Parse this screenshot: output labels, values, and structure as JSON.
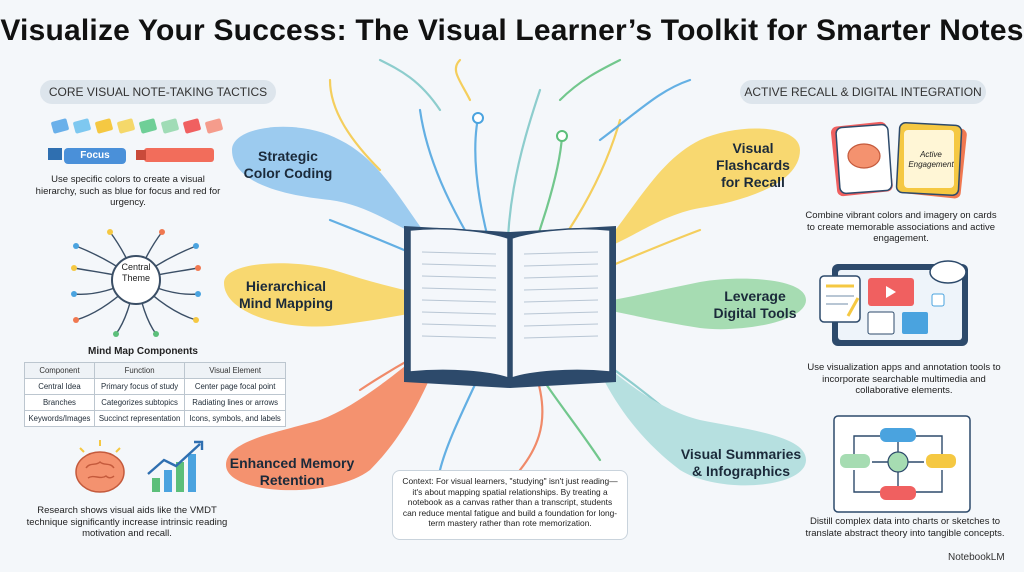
{
  "title": "Visualize Your Success: The Visual Learner’s Toolkit for Smarter Notes",
  "left_section": {
    "label": "CORE VISUAL NOTE-TAKING TACTICS"
  },
  "right_section": {
    "label": "ACTIVE RECALL & DIGITAL INTEGRATION"
  },
  "highlighters": {
    "label": "Focus",
    "caption": "Use specific colors to create a visual hierarchy, such as blue for focus and red for urgency."
  },
  "mindmap": {
    "central_label": "Central Theme",
    "section_title": "Mind Map Components"
  },
  "mindmap_table": {
    "headers": [
      "Component",
      "Function",
      "Visual Element"
    ],
    "rows": [
      [
        "Central Idea",
        "Primary focus of study",
        "Center page focal point"
      ],
      [
        "Branches",
        "Categorizes subtopics",
        "Radiating lines or arrows"
      ],
      [
        "Keywords/Images",
        "Succinct representation",
        "Icons, symbols, and labels"
      ]
    ]
  },
  "research_caption": "Research shows visual aids like the VMDT technique significantly increase intrinsic reading motivation and recall.",
  "blobs": {
    "color_coding": "Strategic Color Coding",
    "mind_mapping": "Hierarchical Mind Mapping",
    "memory": "Enhanced Memory Retention",
    "flashcards": "Visual Flashcards for Recall",
    "digital": "Leverage Digital Tools",
    "summaries": "Visual Summaries & Infographics"
  },
  "flashcard": {
    "card_label": "Active Engagement",
    "caption": "Combine vibrant colors and imagery on cards to create memorable associations and active engagement."
  },
  "digital_caption": "Use visualization apps and annotation tools to incorporate searchable multimedia and collaborative elements.",
  "summary_caption": "Distill complex data into charts or sketches to translate abstract theory into tangible concepts.",
  "context": "Context: For visual learners, \"studying\" isn't just reading—it's about mapping spatial relationships. By treating a notebook as a canvas rather than a transcript, students can reduce mental fatigue and build a foundation for long-term mastery rather than rote memorization.",
  "brand": "NotebookLM",
  "colors": {
    "blue": "#4aa3df",
    "yellow": "#f5c842",
    "orange": "#f07850",
    "green": "#5cbf7a",
    "teal": "#7cc6c6"
  }
}
